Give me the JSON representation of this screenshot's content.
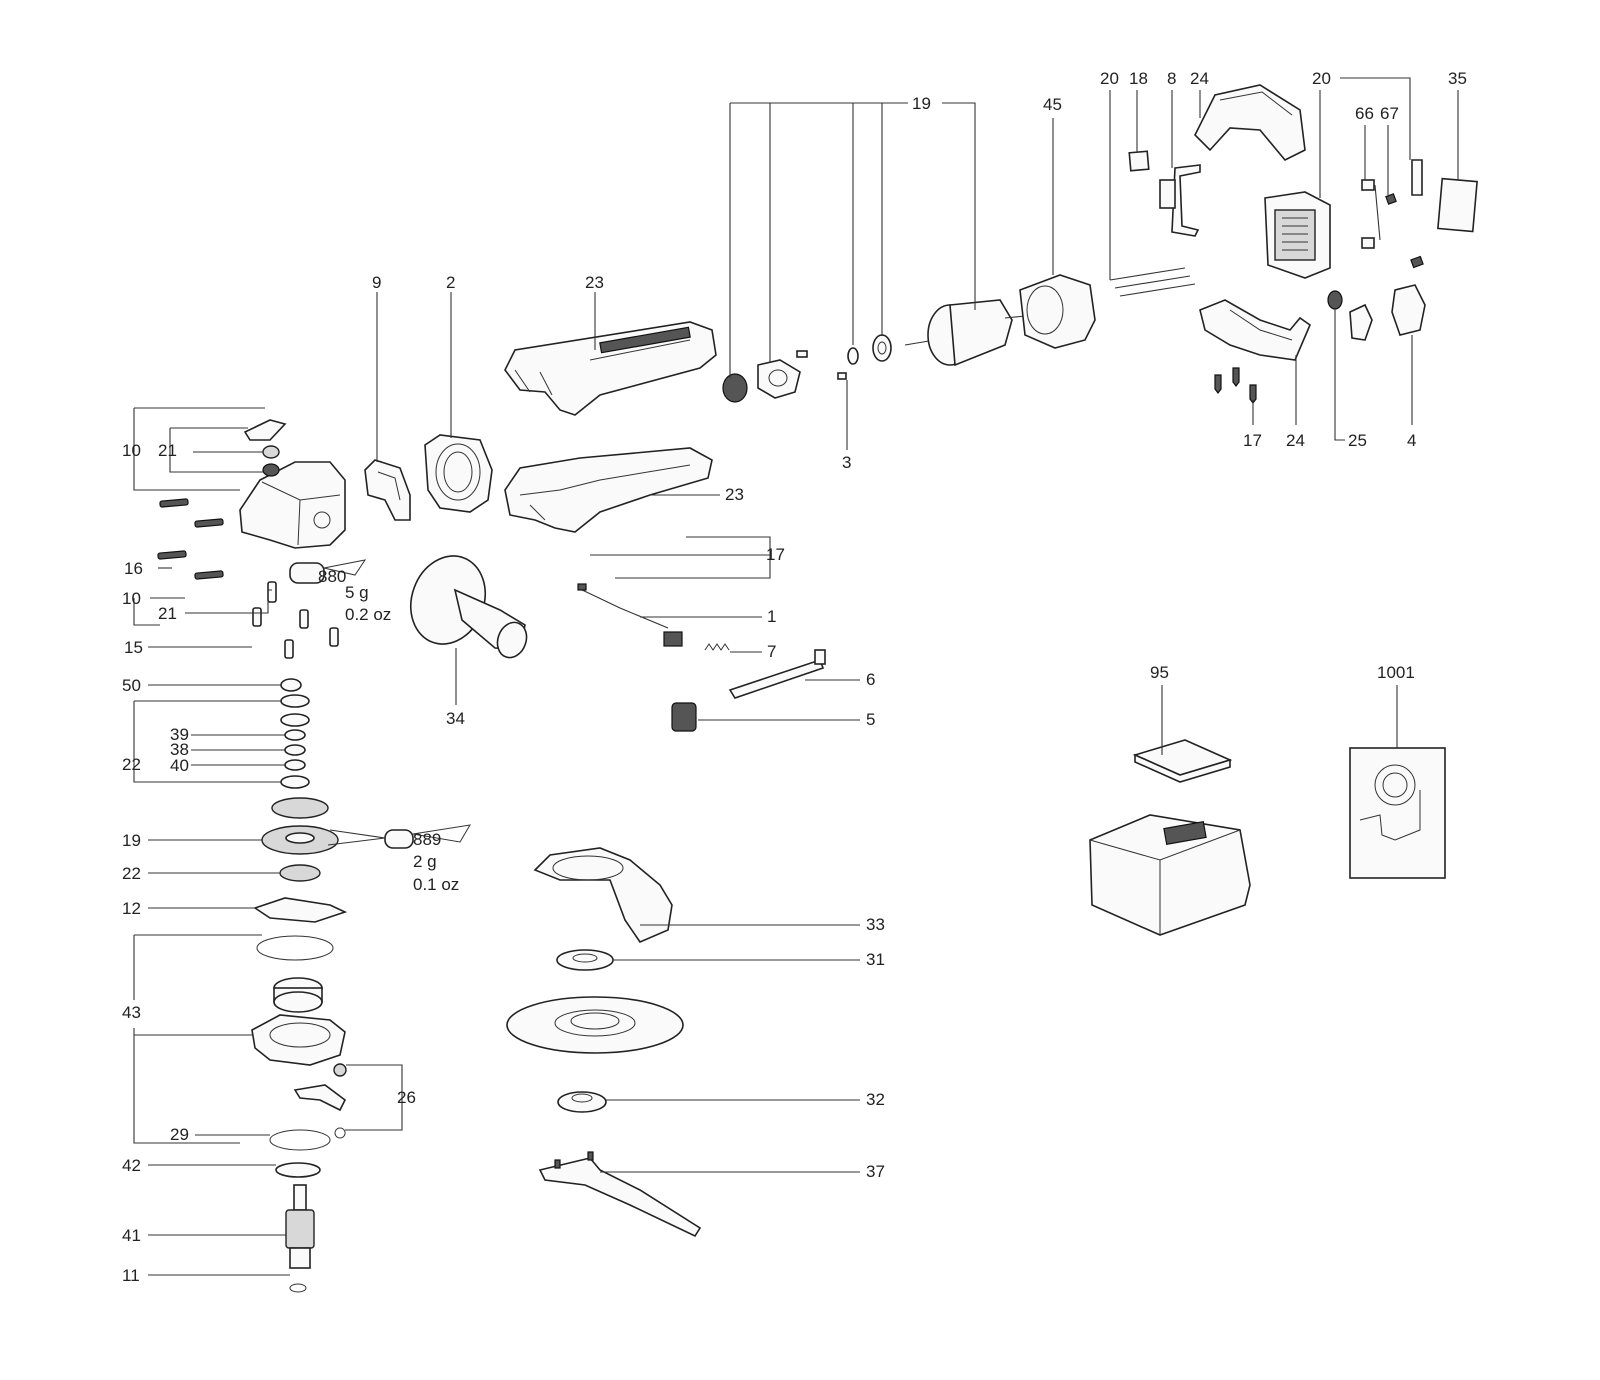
{
  "labels": {
    "p19_top": "19",
    "p20_a": "20",
    "p18": "18",
    "p8": "8",
    "p24_top": "24",
    "p20_b": "20",
    "p35": "35",
    "p45": "45",
    "p66": "66",
    "p67": "67",
    "p9": "9",
    "p2": "2",
    "p23_top": "23",
    "p3": "3",
    "p17_right": "17",
    "p24_bottom": "24",
    "p25": "25",
    "p4": "4",
    "p10_a": "10",
    "p21_a": "21",
    "p23_bottom": "23",
    "p16": "16",
    "p17_mid": "17",
    "p10_b": "10",
    "p21_b": "21",
    "p1": "1",
    "p15": "15",
    "p7": "7",
    "p34": "34",
    "p6": "6",
    "p50": "50",
    "p5": "5",
    "p39": "39",
    "p38": "38",
    "p22_a": "22",
    "p40": "40",
    "p95": "95",
    "p1001": "1001",
    "p19_left": "19",
    "p22_b": "22",
    "p12": "12",
    "p33": "33",
    "p31": "31",
    "p43": "43",
    "p26": "26",
    "p32": "32",
    "p29": "29",
    "p42": "42",
    "p37": "37",
    "p41": "41",
    "p11": "11"
  },
  "grease_880": {
    "code": "880",
    "weight_g": "5 g",
    "weight_oz": "0.2 oz"
  },
  "grease_889": {
    "code": "889",
    "weight_g": "2 g",
    "weight_oz": "0.1 oz"
  }
}
